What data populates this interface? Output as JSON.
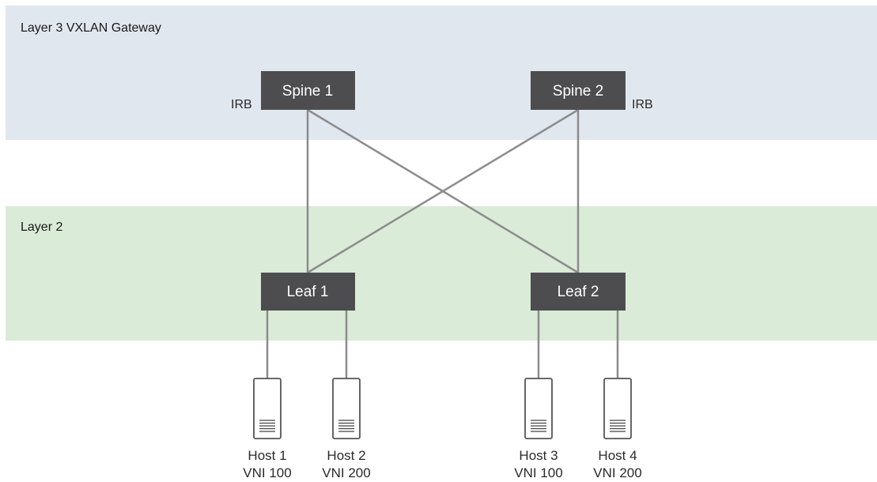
{
  "zones": {
    "l3": {
      "label": "Layer 3 VXLAN Gateway",
      "color": "#e1e7ee"
    },
    "l2": {
      "label": "Layer 2",
      "color": "#daebd8"
    }
  },
  "colors": {
    "node": "#4d4d4f",
    "link": "#8c8c8c",
    "host_stroke": "#555555"
  },
  "spines": [
    {
      "id": "spine1",
      "label": "Spine 1",
      "side_label": "IRB"
    },
    {
      "id": "spine2",
      "label": "Spine 2",
      "side_label": "IRB"
    }
  ],
  "leaves": [
    {
      "id": "leaf1",
      "label": "Leaf 1"
    },
    {
      "id": "leaf2",
      "label": "Leaf 2"
    }
  ],
  "hosts": [
    {
      "id": "host1",
      "name": "Host 1",
      "vni": "VNI 100",
      "leaf": "leaf1"
    },
    {
      "id": "host2",
      "name": "Host 2",
      "vni": "VNI 200",
      "leaf": "leaf1"
    },
    {
      "id": "host3",
      "name": "Host 3",
      "vni": "VNI 100",
      "leaf": "leaf2"
    },
    {
      "id": "host4",
      "name": "Host 4",
      "vni": "VNI 200",
      "leaf": "leaf2"
    }
  ],
  "links": [
    {
      "from": "spine1",
      "to": "leaf1"
    },
    {
      "from": "spine1",
      "to": "leaf2"
    },
    {
      "from": "spine2",
      "to": "leaf1"
    },
    {
      "from": "spine2",
      "to": "leaf2"
    }
  ]
}
